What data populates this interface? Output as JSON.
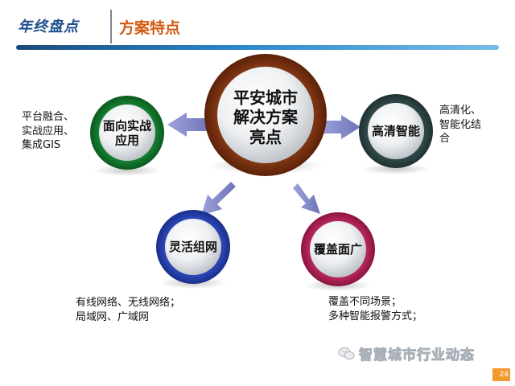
{
  "header": {
    "title": "年终盘点",
    "subtitle": "方案特点"
  },
  "diagram": {
    "center": {
      "label": "平安城市\n解决方案\n亮点"
    },
    "nodes": [
      {
        "id": "left",
        "label": "面向实战\n应用",
        "ring_color": "#1e9a3e",
        "description": "平台融合、\n实战应用、\n集成GIS"
      },
      {
        "id": "right",
        "label": "高清智能",
        "ring_color": "#3f5a5a",
        "description": "高清化、\n智能化结\n合"
      },
      {
        "id": "bottom_left",
        "label": "灵活组网",
        "ring_color": "#3a5bd9",
        "description": "有线网络、无线网络；\n局域网、广域网"
      },
      {
        "id": "bottom_right",
        "label": "覆盖面广",
        "ring_color": "#d8346f",
        "description": "覆盖不同场景；\n多种智能报警方式；"
      }
    ],
    "center_ring_color": "#a44a1e",
    "arrow_color": "#8a8fcf"
  },
  "footer": {
    "watermark": "智慧城市行业动态",
    "page_number": "24"
  },
  "colors": {
    "title": "#1f4e8c",
    "subtitle": "#d45a12",
    "badge": "#f29a2e"
  }
}
